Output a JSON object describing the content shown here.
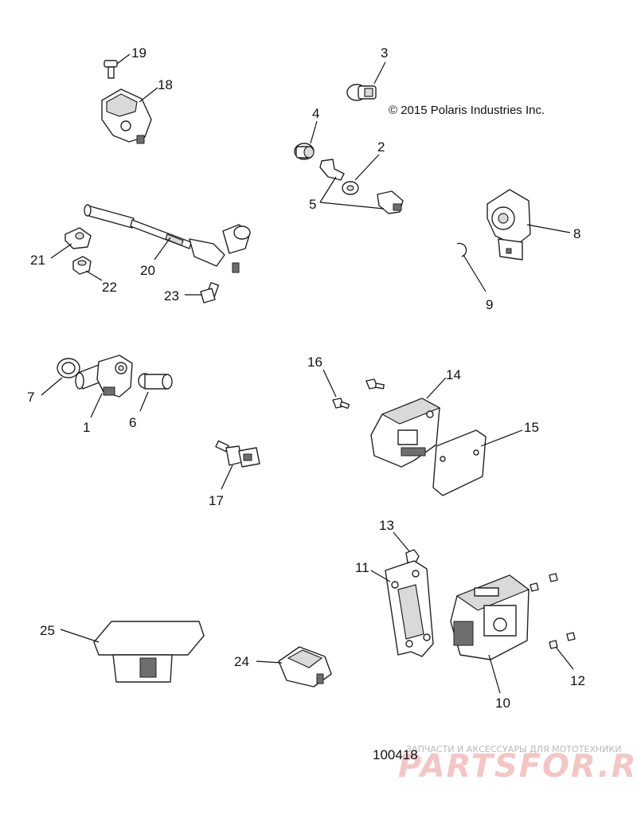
{
  "copyright": "© 2015 Polaris Industries Inc.",
  "document_number": "100418",
  "watermark": {
    "tagline": "ЗАПЧАСТИ И АКСЕССУАРЫ ДЛЯ МОТОТЕХНИКИ",
    "logo": "PARTSFOR.RU"
  },
  "callouts": [
    "1",
    "2",
    "3",
    "4",
    "5",
    "6",
    "7",
    "8",
    "9",
    "10",
    "11",
    "12",
    "13",
    "14",
    "15",
    "16",
    "17",
    "18",
    "19",
    "20",
    "21",
    "22",
    "23",
    "24",
    "25"
  ]
}
